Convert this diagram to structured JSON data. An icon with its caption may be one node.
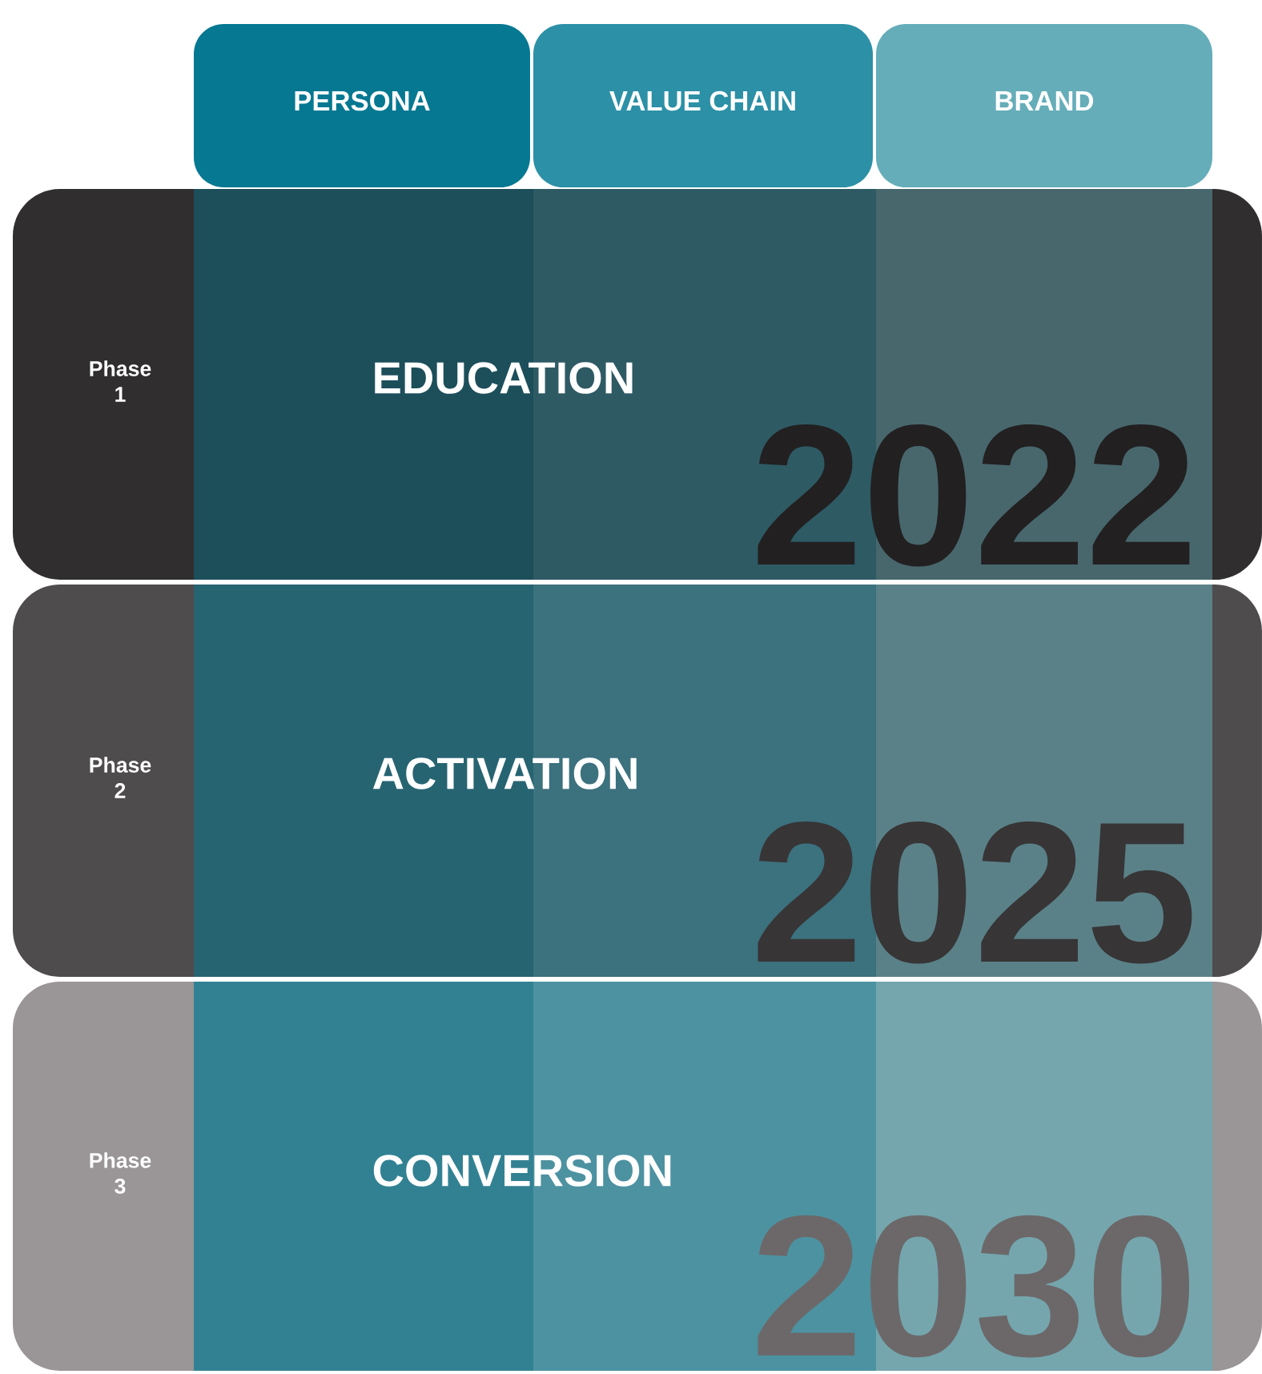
{
  "diagram": {
    "nodes": [
      {
        "text": [
          "PERSONA"
        ]
      },
      {
        "text": [
          "VALUE CHAIN"
        ]
      },
      {
        "text": [
          "BRAND"
        ]
      },
      {
        "text": [
          "Phase 1",
          "EDUCATION",
          "2022"
        ]
      },
      {
        "text": [
          "Phase 2",
          "ACTIVATION",
          "2025"
        ]
      },
      {
        "text": [
          "Phase 3",
          "CONVERSION",
          "2030"
        ]
      }
    ]
  }
}
